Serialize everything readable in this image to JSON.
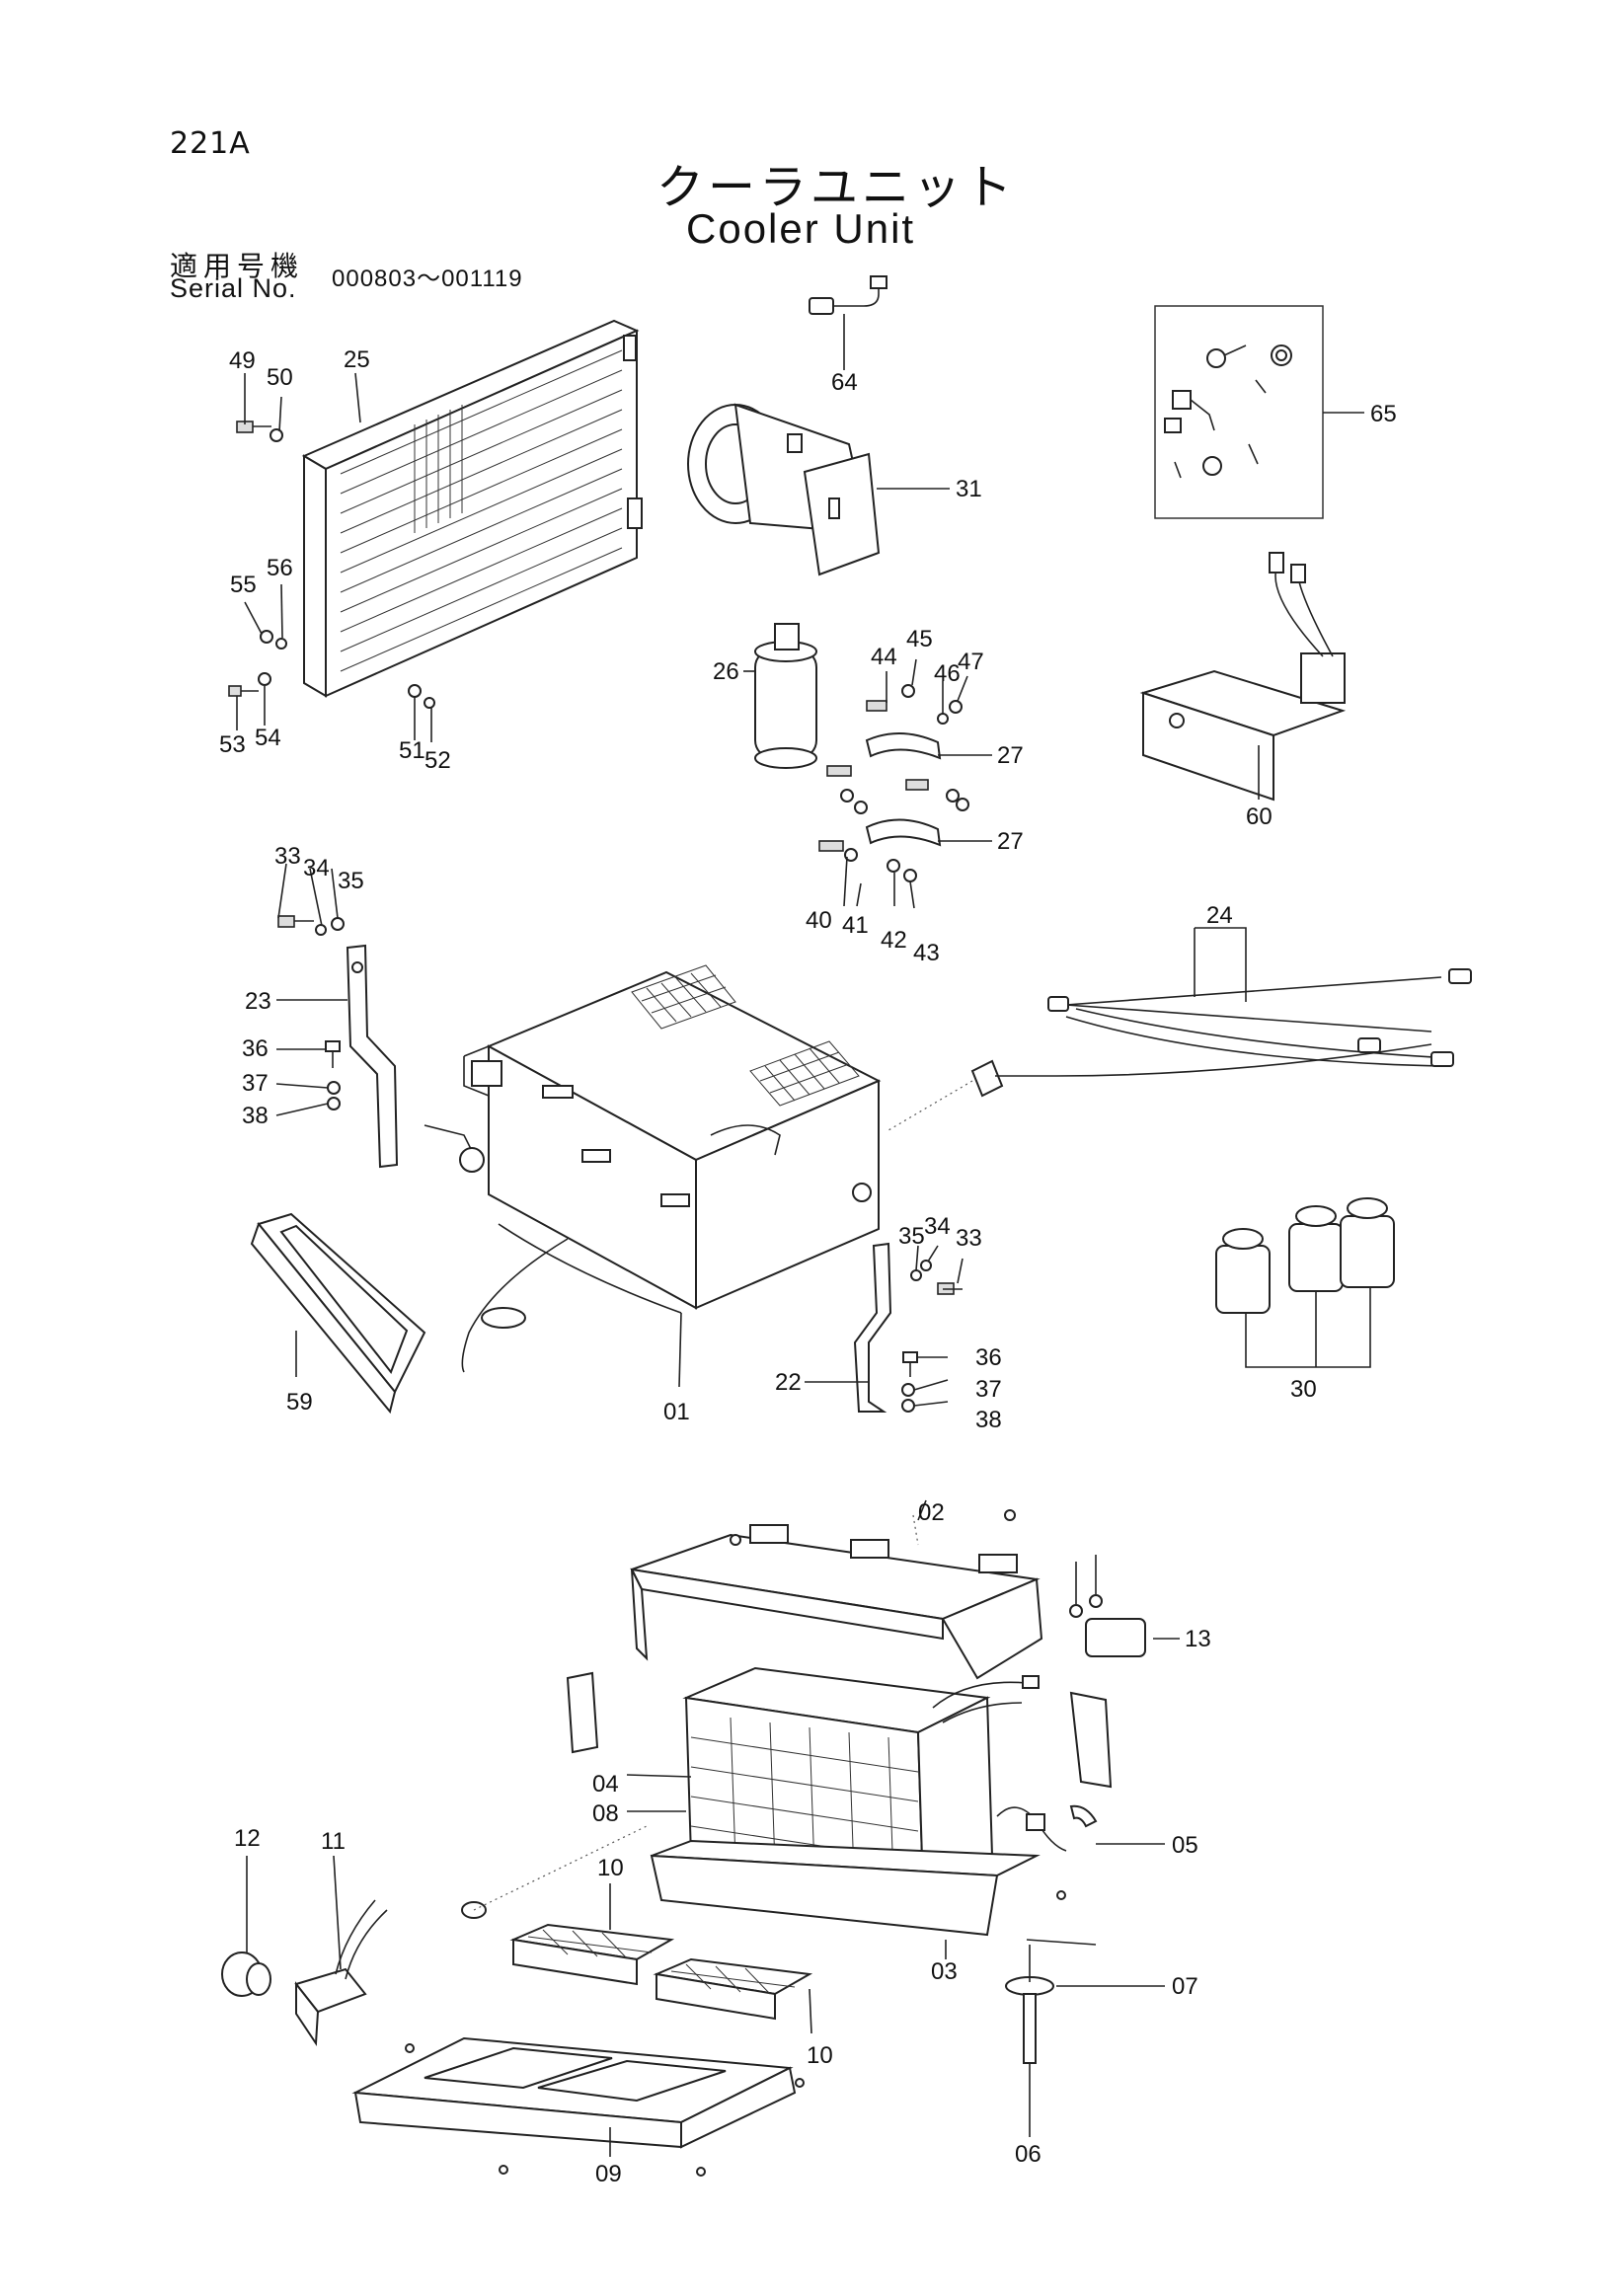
{
  "page_code": "221A",
  "title_ja": "クーラユニット",
  "title_en": "Cooler Unit",
  "serial": {
    "label_ja": "適用号機",
    "label_en": "Serial No.",
    "range": "000803～001119"
  },
  "callouts": {
    "c01": "01",
    "c02": "02",
    "c03": "03",
    "c04": "04",
    "c05": "05",
    "c06": "06",
    "c07": "07",
    "c08": "08",
    "c09": "09",
    "c10a": "10",
    "c10b": "10",
    "c11": "11",
    "c12": "12",
    "c13": "13",
    "c22": "22",
    "c23": "23",
    "c24": "24",
    "c25": "25",
    "c26": "26",
    "c27a": "27",
    "c27b": "27",
    "c30": "30",
    "c31": "31",
    "c33a": "33",
    "c34a": "34",
    "c35a": "35",
    "c33b": "33",
    "c34b": "34",
    "c35b": "35",
    "c36a": "36",
    "c37a": "37",
    "c38a": "38",
    "c36b": "36",
    "c37b": "37",
    "c38b": "38",
    "c40": "40",
    "c41": "41",
    "c42": "42",
    "c43": "43",
    "c44": "44",
    "c45": "45",
    "c46": "46",
    "c47": "47",
    "c49": "49",
    "c50": "50",
    "c51": "51",
    "c52": "52",
    "c53": "53",
    "c54": "54",
    "c55": "55",
    "c56": "56",
    "c59": "59",
    "c60": "60",
    "c64": "64",
    "c65": "65"
  },
  "icons": {
    "condenser": "condenser-icon",
    "compressor": "compressor-icon",
    "receiver_drier": "receiver-drier-icon",
    "cooler_unit": "cooler-unit-icon",
    "harness": "wire-harness-icon",
    "relays": "relay-icon"
  }
}
